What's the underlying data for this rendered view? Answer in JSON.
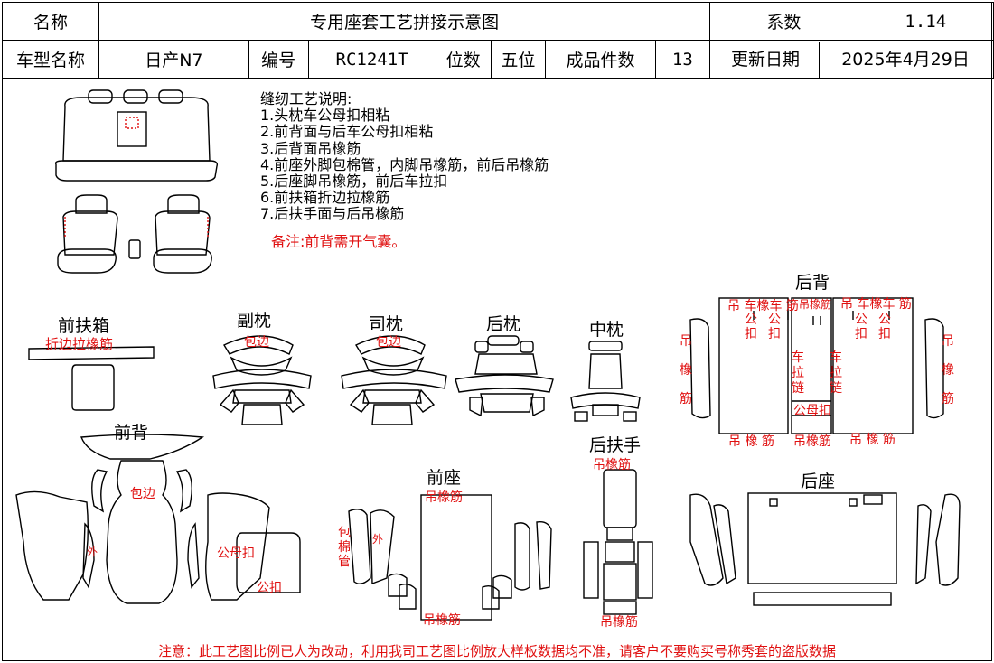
{
  "header": {
    "name_label": "名称",
    "title": "专用座套工艺拼接示意图",
    "coef_label": "系数",
    "coef_value": "1.14",
    "model_label": "车型名称",
    "model_value": "日产N7",
    "code_label": "编号",
    "code_value": "RC1241T",
    "seats_label": "位数",
    "seats_value": "五位",
    "pieces_label": "成品件数",
    "pieces_value": "13",
    "date_label": "更新日期",
    "date_value": "2025年4月29日"
  },
  "notes": {
    "title": "缝纫工艺说明:",
    "items": [
      "1.头枕车公母扣相粘",
      "2.前背面与后车公母扣相粘",
      "3.后背面吊橡筋",
      "4.前座外脚包棉管，内脚吊橡筋，前后吊橡筋",
      "5.后座脚吊橡筋，前后车拉扣",
      "6.前扶箱折边拉橡筋",
      "7.后扶手面与后吊橡筋"
    ],
    "remark": "备注:前背需开气囊。"
  },
  "labels": {
    "front_armbox": "前扶箱",
    "front_armbox_note": "折边拉橡筋",
    "passenger_headrest": "副枕",
    "driver_headrest": "司枕",
    "rear_headrest": "后枕",
    "middle_headrest": "中枕",
    "rear_back": "后背",
    "front_back": "前背",
    "rear_armrest": "后扶手",
    "front_seat": "前座",
    "rear_seat": "后座",
    "binding": "包边",
    "hang_elastic": "吊橡筋",
    "male_female_buckle": "公母扣",
    "male_buckle": "公扣",
    "outer": "外",
    "cotton_tube": "包棉管",
    "zipper": "车拉链",
    "hang": "吊",
    "rubber": "橡",
    "tendon": "筋",
    "sew_male": "车公扣",
    "rear_back_top_left": "吊 车橡车 筋",
    "rear_back_top_right": "吊橡筋",
    "rear_back_top_far": "吊 车橡车 筋",
    "rear_back_bottom": "吊 橡 筋",
    "rear_back_bottom_mid": "吊橡筋",
    "rear_back_mid_buckle": "公母扣"
  },
  "footer": "注意：此工艺图比例已人为改动，利用我司工艺图比例放大样板数据均不准，请客户不要购买号称秀套的盗版数据"
}
